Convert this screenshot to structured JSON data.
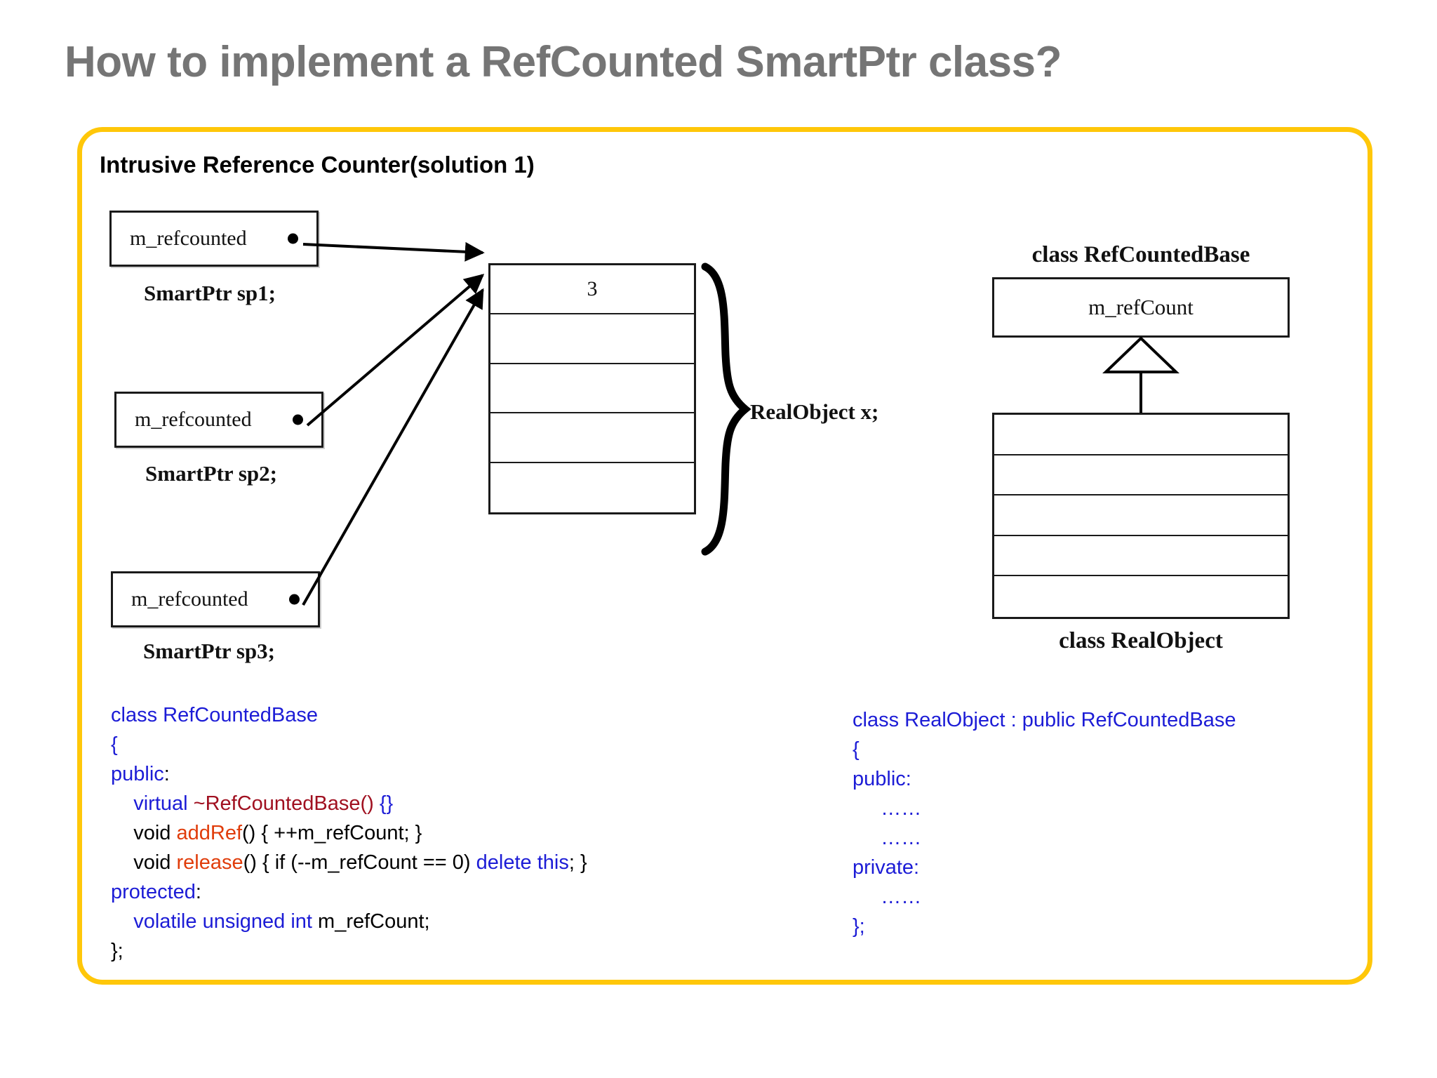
{
  "slide": {
    "title": "How to implement a RefCounted SmartPtr class?",
    "panel_heading": "Intrusive Reference Counter(solution 1)",
    "accent_color": "#FFC709",
    "title_color": "#757575"
  },
  "diagram": {
    "smart_pointers": [
      {
        "field": "m_refcounted",
        "caption": "SmartPtr sp1;"
      },
      {
        "field": "m_refcounted",
        "caption": "SmartPtr sp2;"
      },
      {
        "field": "m_refcounted",
        "caption": "SmartPtr sp3;"
      }
    ],
    "real_object": {
      "ref_count_value": "3",
      "row_count": 5,
      "caption": "RealObject   x;"
    },
    "uml": {
      "base_class_title": "class RefCountedBase",
      "base_class_field": "m_refCount",
      "derived_class_title": "class RealObject",
      "derived_row_count": 5
    }
  },
  "code_left": {
    "title": "class RefCountedBase",
    "lines": [
      [
        {
          "t": "class RefCountedBase",
          "c": "kw"
        }
      ],
      [
        {
          "t": "{",
          "c": "kw"
        }
      ],
      [
        {
          "t": "public",
          "c": "kw"
        },
        {
          "t": ":",
          "c": "plain"
        }
      ],
      [
        {
          "t": "    ",
          "c": "plain"
        },
        {
          "t": "virtual ",
          "c": "kw"
        },
        {
          "t": "~RefCountedBase()",
          "c": "dtor"
        },
        {
          "t": " ",
          "c": "plain"
        },
        {
          "t": "{}",
          "c": "kw"
        }
      ],
      [
        {
          "t": "    void ",
          "c": "plain"
        },
        {
          "t": "addRef",
          "c": "fn"
        },
        {
          "t": "() { ++m_refCount; }",
          "c": "plain"
        }
      ],
      [
        {
          "t": "    void ",
          "c": "plain"
        },
        {
          "t": "release",
          "c": "fn"
        },
        {
          "t": "() { if (--m_refCount == 0) ",
          "c": "plain"
        },
        {
          "t": "delete this",
          "c": "kw"
        },
        {
          "t": "; }",
          "c": "plain"
        }
      ],
      [
        {
          "t": "protected",
          "c": "kw"
        },
        {
          "t": ":",
          "c": "plain"
        }
      ],
      [
        {
          "t": "    ",
          "c": "plain"
        },
        {
          "t": "volatile unsigned int ",
          "c": "kw"
        },
        {
          "t": "m_refCount;",
          "c": "plain"
        }
      ],
      [
        {
          "t": "};",
          "c": "plain"
        }
      ]
    ]
  },
  "code_right": {
    "title": "class RealObject : public RefCountedBase",
    "lines": [
      [
        {
          "t": "class RealObject : public RefCountedBase",
          "c": "kw"
        }
      ],
      [
        {
          "t": "{",
          "c": "kw"
        }
      ],
      [
        {
          "t": "public:",
          "c": "kw"
        }
      ],
      [
        {
          "t": "     ……",
          "c": "kw"
        }
      ],
      [
        {
          "t": "     ……",
          "c": "kw"
        }
      ],
      [
        {
          "t": "private:",
          "c": "kw"
        }
      ],
      [
        {
          "t": "     ……",
          "c": "kw"
        }
      ],
      [
        {
          "t": "};",
          "c": "kw"
        }
      ]
    ]
  }
}
